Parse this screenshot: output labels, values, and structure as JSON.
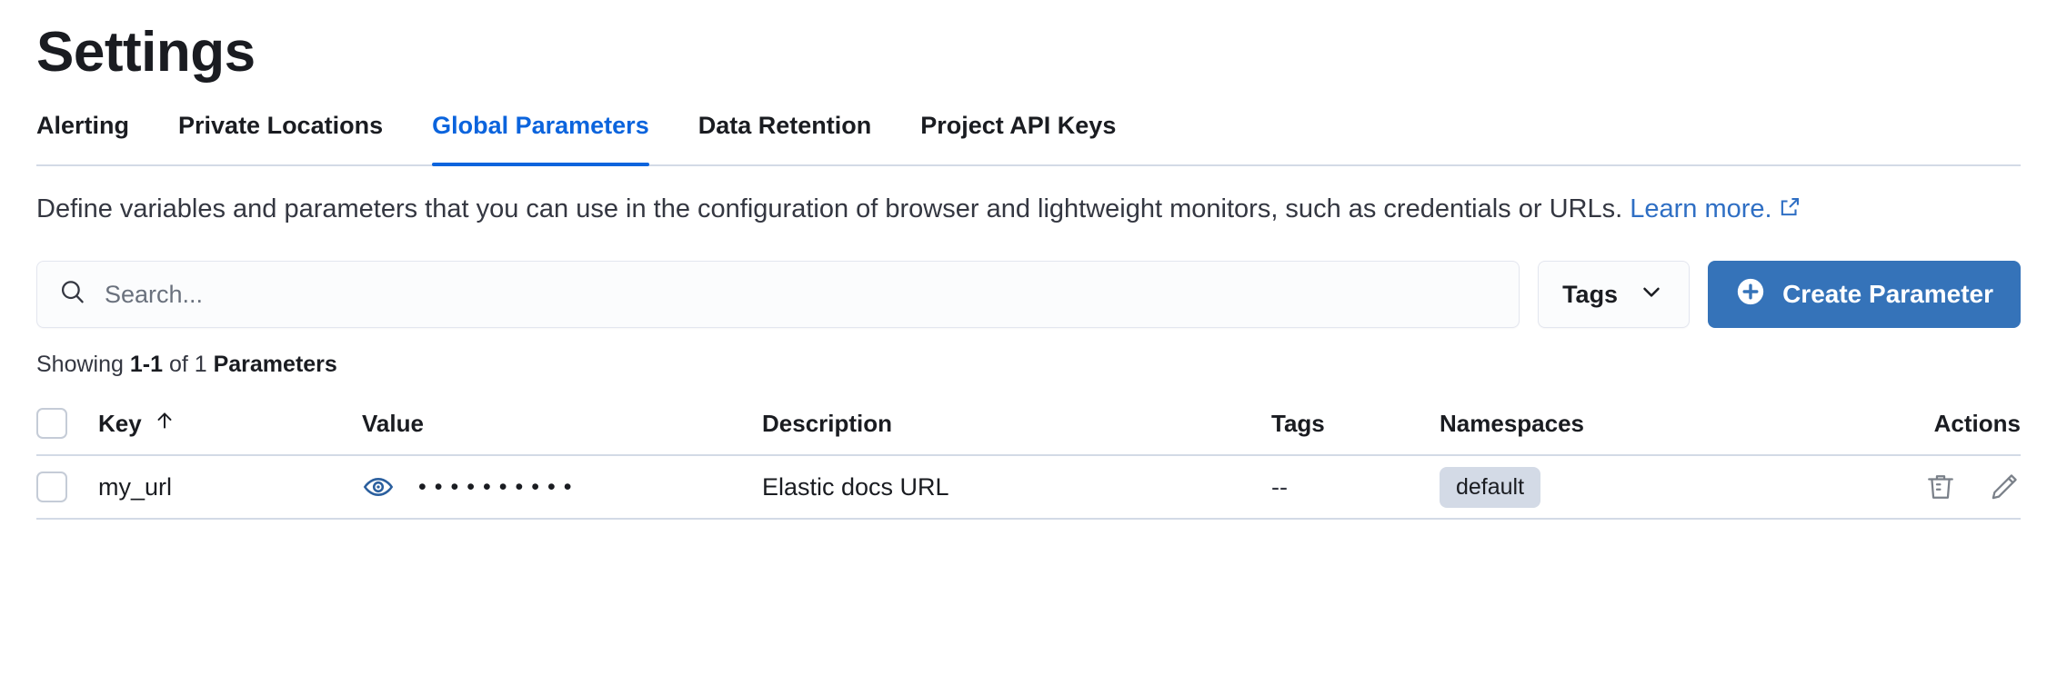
{
  "header": {
    "title": "Settings"
  },
  "tabs": [
    {
      "label": "Alerting",
      "active": false
    },
    {
      "label": "Private Locations",
      "active": false
    },
    {
      "label": "Global Parameters",
      "active": true
    },
    {
      "label": "Data Retention",
      "active": false
    },
    {
      "label": "Project API Keys",
      "active": false
    }
  ],
  "description": {
    "text": "Define variables and parameters that you can use in the configuration of browser and lightweight monitors, such as credentials or URLs. ",
    "link_text": "Learn more.",
    "external_icon": "external-link-icon"
  },
  "controls": {
    "search_placeholder": "Search...",
    "search_value": "",
    "search_icon": "search-icon",
    "tags_label": "Tags",
    "tags_chevron": "chevron-down-icon",
    "create_label": "Create Parameter",
    "create_icon": "plus-circle-icon"
  },
  "results": {
    "prefix": "Showing ",
    "range": "1-1",
    "middle": " of 1 ",
    "noun": "Parameters"
  },
  "table": {
    "columns": [
      {
        "label": "Key",
        "sort": "sort-ascending-icon"
      },
      {
        "label": "Value"
      },
      {
        "label": "Description"
      },
      {
        "label": "Tags"
      },
      {
        "label": "Namespaces"
      },
      {
        "label": "Actions"
      }
    ],
    "rows": [
      {
        "key": "my_url",
        "value_masked": "••••••••••",
        "value_toggle_icon": "eye-icon",
        "description": "Elastic docs URL",
        "tags": "--",
        "namespace": "default",
        "actions": [
          "trash-icon",
          "pencil-icon"
        ]
      }
    ]
  },
  "colors": {
    "accent": "#0b64dd",
    "button": "#3573b9",
    "link": "#2f6fc4",
    "border": "#d3dae6",
    "badge_bg": "#d3dae6",
    "text": "#1a1c21",
    "muted": "#6a717d"
  }
}
